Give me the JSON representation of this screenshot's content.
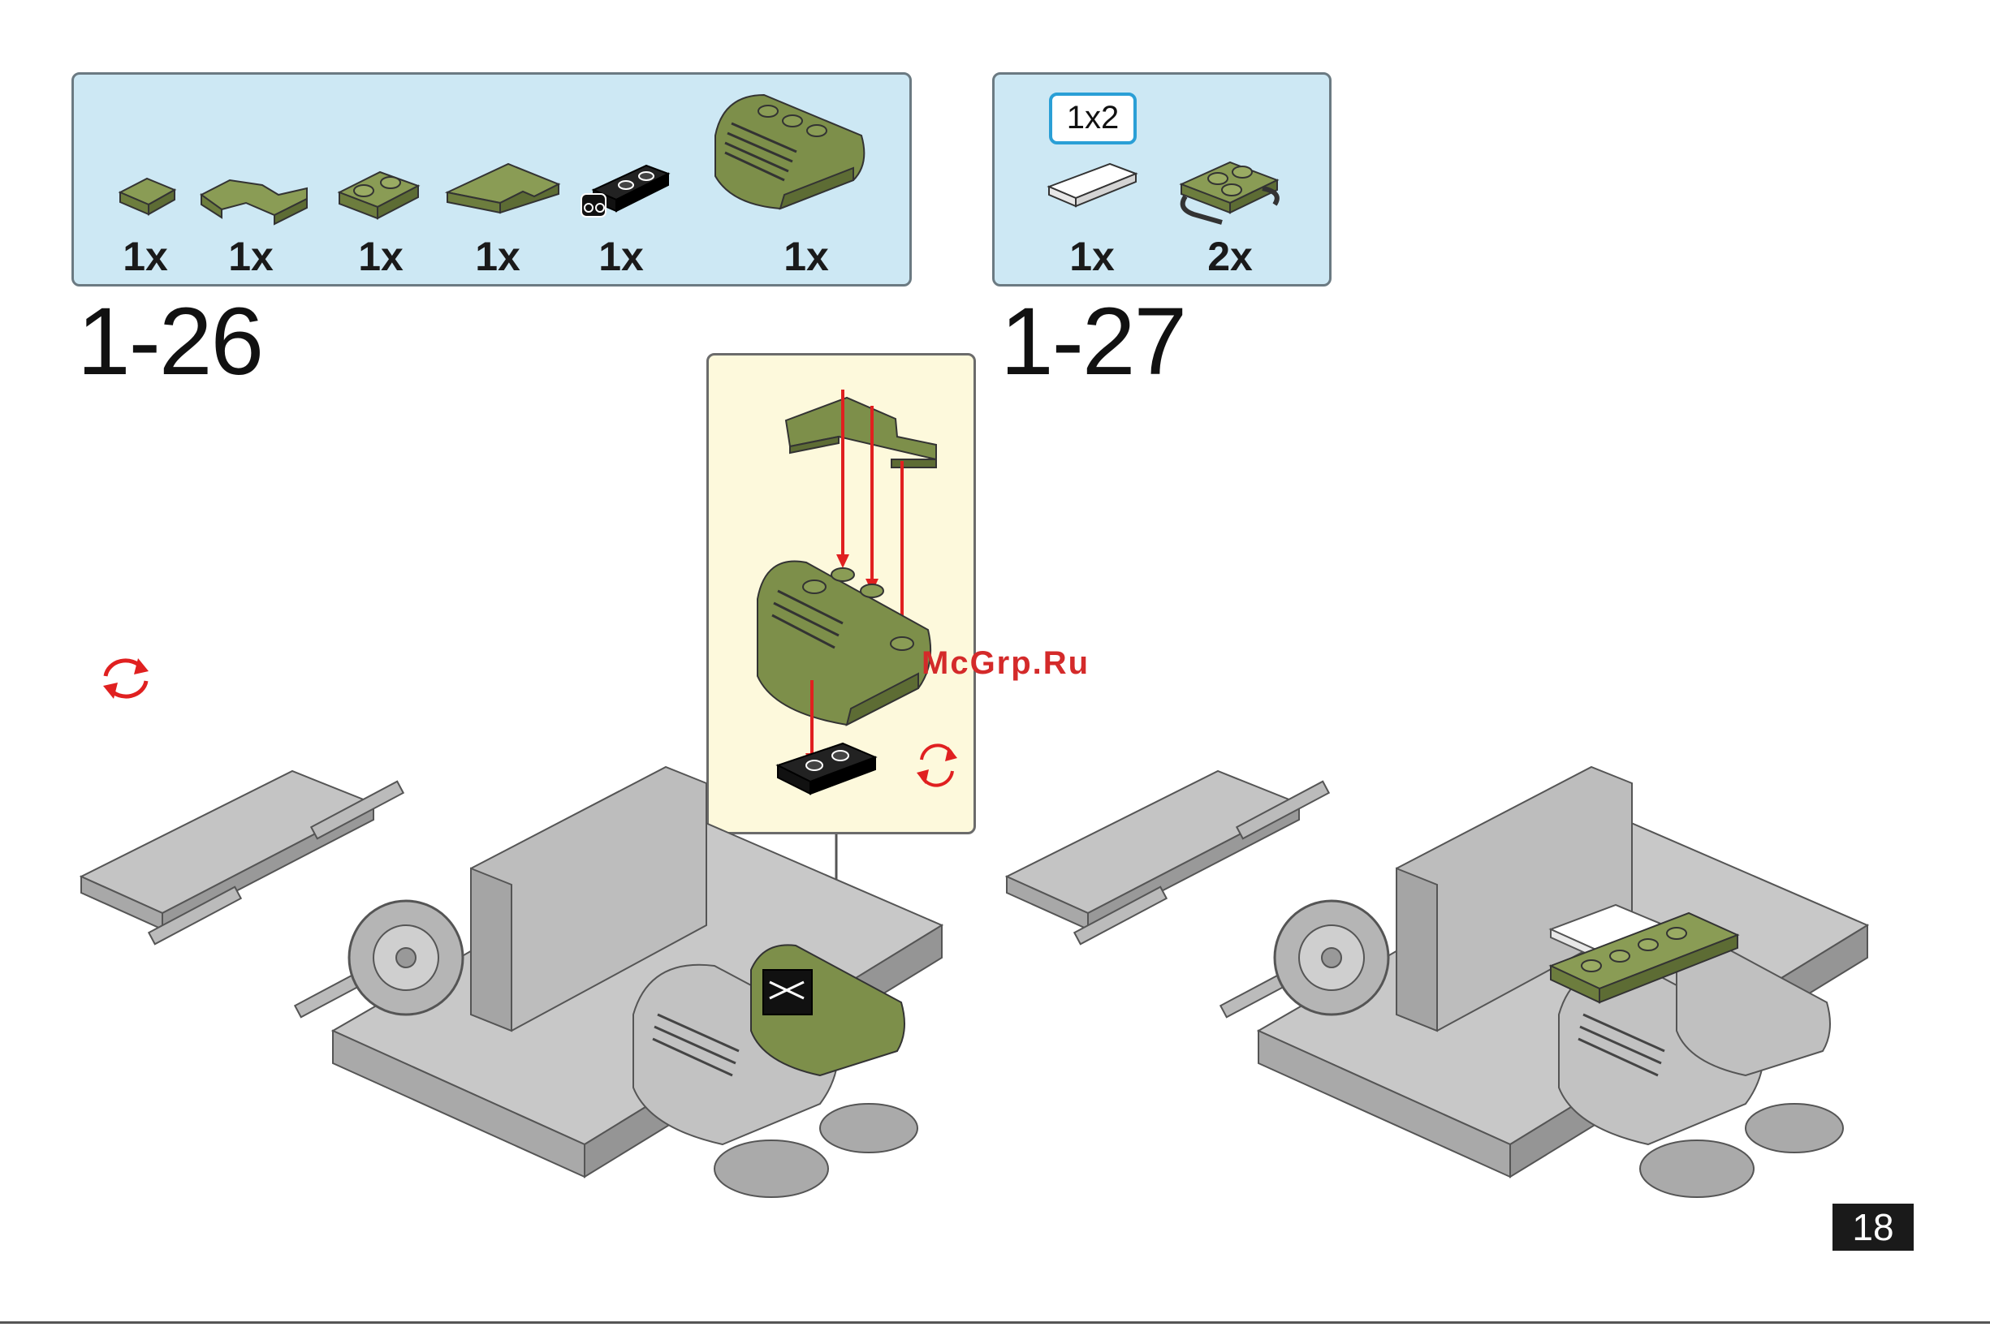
{
  "step1": {
    "number": "1-26",
    "parts": [
      {
        "qty": "1x",
        "icon": "green-plate-1x1-icon"
      },
      {
        "qty": "1x",
        "icon": "green-corner-plate-icon"
      },
      {
        "qty": "1x",
        "icon": "green-plate-1x2-icon"
      },
      {
        "qty": "1x",
        "icon": "green-corner-plate-large-icon"
      },
      {
        "qty": "1x",
        "icon": "black-hinge-plate-icon"
      },
      {
        "qty": "1x",
        "icon": "green-curved-slope-icon"
      }
    ]
  },
  "step2": {
    "number": "1-27",
    "tile_dimension": "1x2",
    "parts": [
      {
        "qty": "1x",
        "icon": "white-tile-1x2-icon"
      },
      {
        "qty": "2x",
        "icon": "green-plate-handles-icon"
      }
    ]
  },
  "watermark": "McGrp.Ru",
  "page_number": "18",
  "colors": {
    "parts_bg": "#cde8f4",
    "callout_bg": "#fdf9dc",
    "brick_green": "#7d8f4a",
    "brick_gray": "#bdbdbd",
    "arrow_red": "#e02020",
    "tile_label_border": "#2a9fd6"
  }
}
